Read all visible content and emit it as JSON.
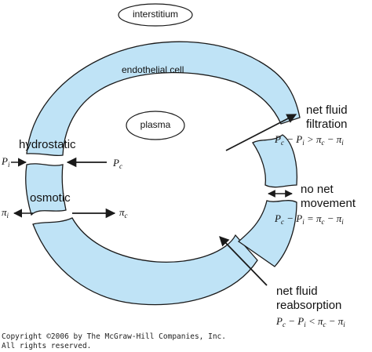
{
  "labels": {
    "interstitium": "interstitium",
    "endothelial": "endothelial cell",
    "plasma": "plasma",
    "hydrostatic": "hydrostatic",
    "osmotic": "osmotic",
    "filtration_1": "net fluid",
    "filtration_2": "filtration",
    "no_net_1": "no net",
    "no_net_2": "movement",
    "reabsorption_1": "net fluid",
    "reabsorption_2": "reabsorption"
  },
  "symbols": {
    "P": "P",
    "pi": "π",
    "sub_i": "i",
    "sub_c": "c"
  },
  "equations": {
    "filtration": {
      "op_mid": "−",
      "relation": ">",
      "op_end": "−"
    },
    "no_net": {
      "op_mid": "−",
      "relation": "=",
      "op_end": "−"
    },
    "reabsorption": {
      "op_mid": "−",
      "relation": "<",
      "op_end": "−"
    }
  },
  "copyright": {
    "line1": "Copyright ©2006 by The McGraw-Hill Companies, Inc.",
    "line2": "All rights reserved."
  },
  "colors": {
    "cell_fill": "#bfe3f6",
    "outline": "#1a1a1a"
  }
}
